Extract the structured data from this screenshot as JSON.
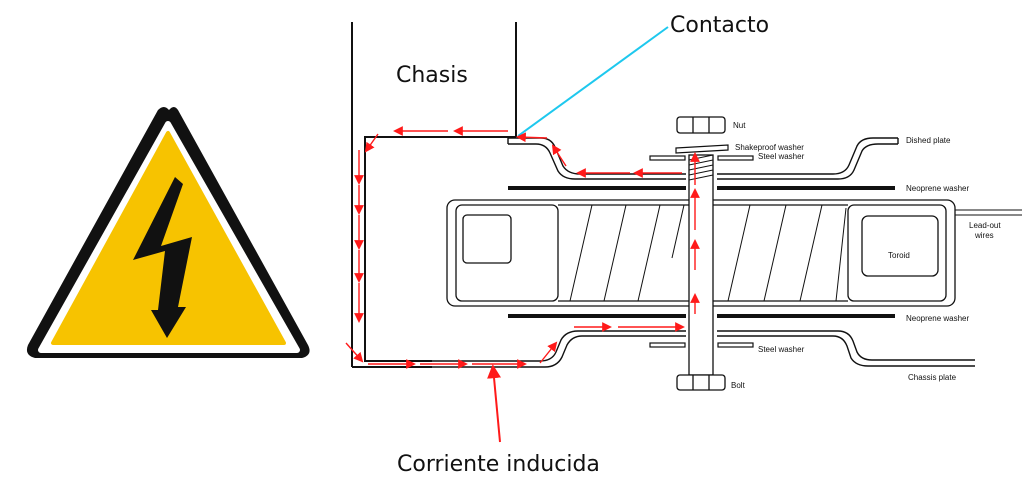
{
  "labels": {
    "contact": "Contacto",
    "chassis": "Chasis",
    "induced_current": "Corriente inducida",
    "nut": "Nut",
    "shakeproof_washer": "Shakeproof washer",
    "steel_washer_top": "Steel washer",
    "dished_plate": "Dished plate",
    "neoprene_washer_top": "Neoprene washer",
    "lead_out_line1": "Lead-out",
    "lead_out_line2": "wires",
    "toroid": "Toroid",
    "neoprene_washer_bottom": "Neoprene washer",
    "steel_washer_bottom": "Steel washer",
    "chassis_plate": "Chassis plate",
    "bolt": "Bolt"
  },
  "colors": {
    "warning_yellow": "#f7c300",
    "warning_black": "#111111",
    "current_arrow": "#ff1a1a",
    "contact_line": "#1ec8ee",
    "line": "#111111"
  },
  "icons": {
    "warning": "high-voltage-warning-icon"
  }
}
